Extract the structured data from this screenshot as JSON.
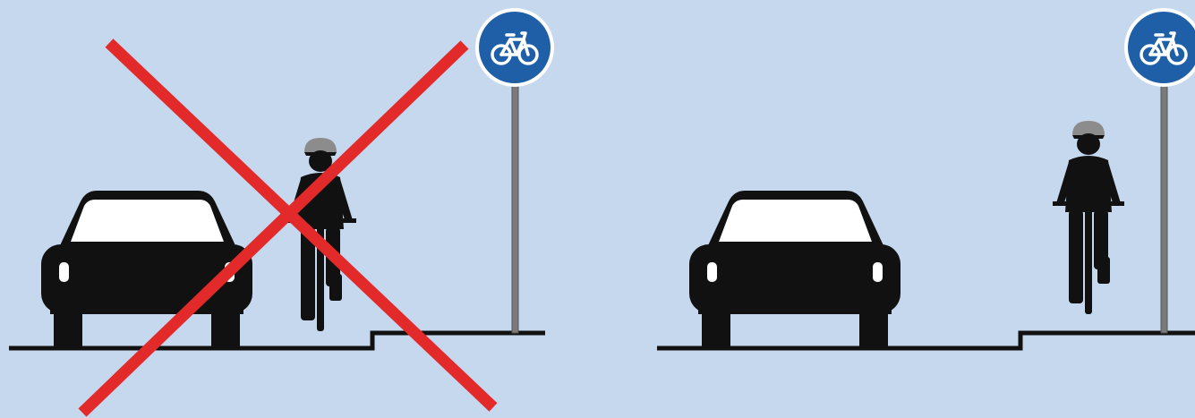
{
  "colors": {
    "background": "#c6d8ee",
    "silhouette": "#111111",
    "windshield": "#ffffff",
    "sign_blue": "#1f5fa8",
    "sign_border": "#ffffff",
    "pole": "#7a7a7a",
    "helmet": "#8c8c8c",
    "cross": "#e32a2a"
  },
  "panels": [
    {
      "name": "wrong-example",
      "shows_cross_mark": true,
      "cyclist_position": "on-road-beside-car",
      "icons": [
        "car-icon",
        "cyclist-icon",
        "bicycle-path-sign-icon",
        "red-x-icon"
      ]
    },
    {
      "name": "correct-example",
      "shows_cross_mark": false,
      "cyclist_position": "on-raised-bike-path",
      "icons": [
        "car-icon",
        "cyclist-icon",
        "bicycle-path-sign-icon"
      ]
    }
  ]
}
